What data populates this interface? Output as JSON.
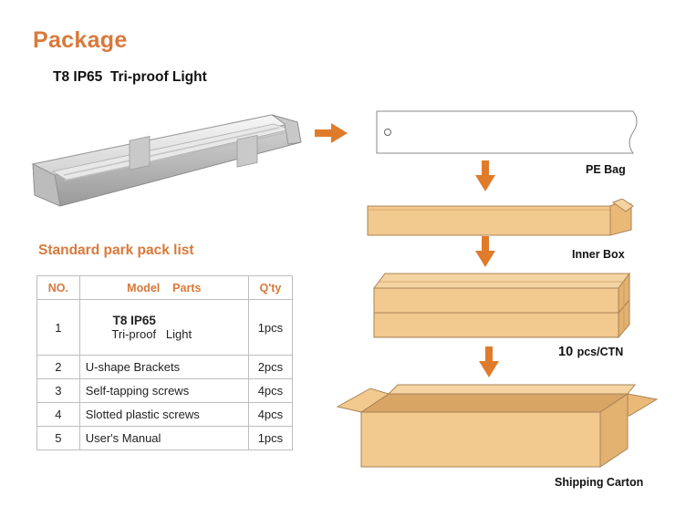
{
  "header": {
    "title": "Package",
    "product": "T8 IP65  Tri-proof Light"
  },
  "pack_list": {
    "title": "Standard park pack list",
    "columns": [
      "NO.",
      "Model    Parts",
      "Q'ty"
    ],
    "rows": [
      {
        "no": "1",
        "model": "T8 IP65",
        "part": "Tri-proof   Light",
        "qty": "1pcs"
      },
      {
        "no": "2",
        "part": "U-shape Brackets",
        "qty": "2pcs"
      },
      {
        "no": "3",
        "part": "Self-tapping screws",
        "qty": "4pcs"
      },
      {
        "no": "4",
        "part": "Slotted plastic screws",
        "qty": "4pcs"
      },
      {
        "no": "5",
        "part": "User's Manual",
        "qty": "1pcs"
      }
    ]
  },
  "steps": {
    "pe_bag": "PE Bag",
    "inner_box": "Inner Box",
    "ctn_count": "10",
    "ctn_unit": "pcs/CTN",
    "shipping_carton": "Shipping Carton"
  },
  "colors": {
    "accent": "#d9793a",
    "arrow": "#e07b2c",
    "box": "#f2c98f",
    "box_edge": "#a88356"
  },
  "icons": [
    "right-arrow-icon",
    "down-arrow-icon"
  ]
}
